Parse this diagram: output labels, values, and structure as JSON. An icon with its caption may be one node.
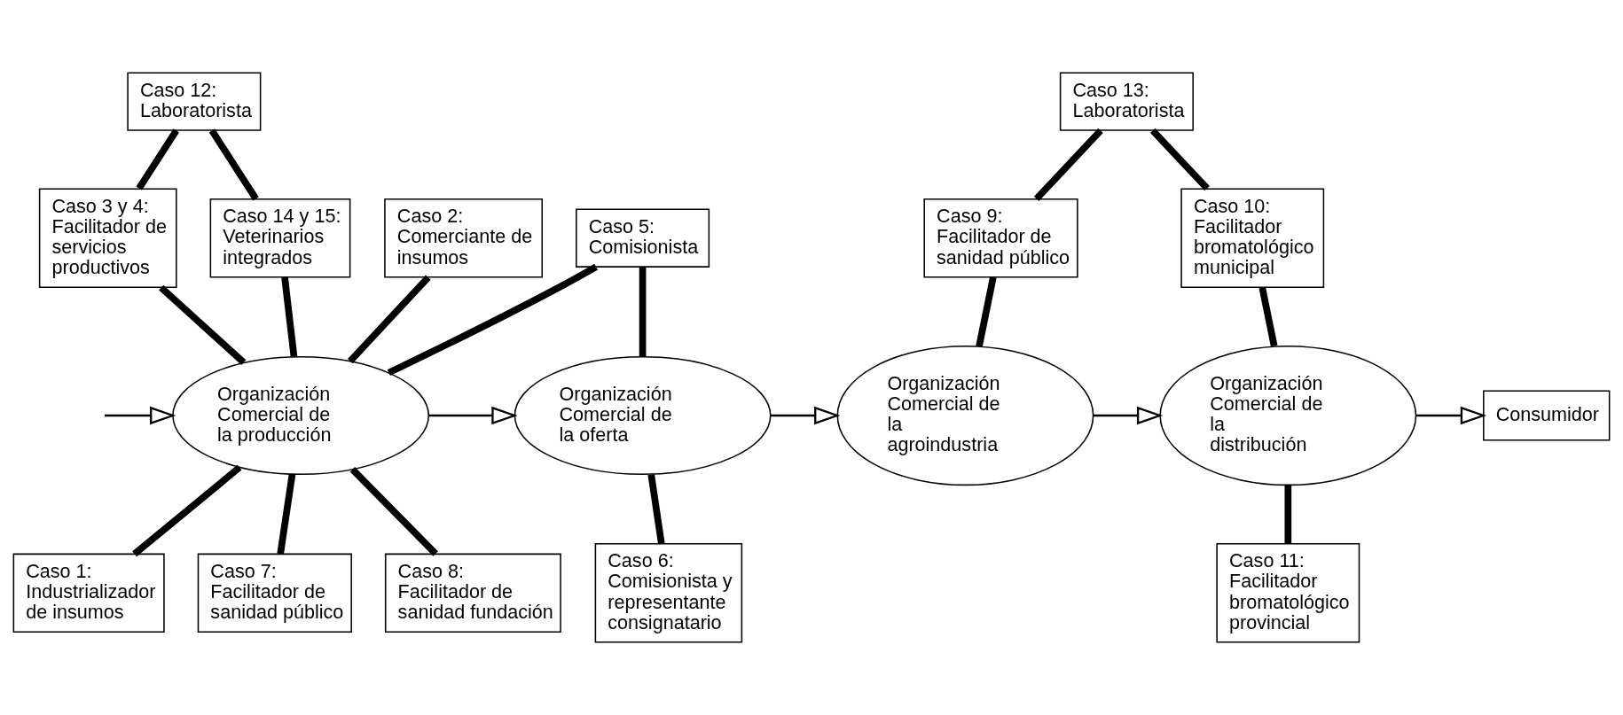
{
  "diagram": {
    "nodes": [
      {
        "text": [
          "Caso 12: Laboratorista"
        ]
      },
      {
        "text": [
          "Caso 3 y 4: Facilitador de servicios productivos"
        ]
      },
      {
        "text": [
          "Caso 14 y 15: Veterinarios integrados"
        ]
      },
      {
        "text": [
          "Caso 5: Comisionista"
        ]
      },
      {
        "text": [
          "Caso 13: Laboratorista"
        ]
      },
      {
        "text": [
          "Caso 9: Facilitador de sanidad público"
        ]
      },
      {
        "text": [
          "Caso 10: Facilitador bromatológico municipal"
        ]
      },
      {
        "text": [
          "Caso 2: Comerciante de insumos"
        ]
      },
      {
        "text": [
          "Organización Comercial de la producción"
        ]
      },
      {
        "text": [
          "Organización Comercial de la oferta"
        ]
      },
      {
        "text": [
          "Organización Comercial de la agroindustria"
        ]
      },
      {
        "text": [
          "Organización Comercial de la distribución"
        ]
      },
      {
        "text": [
          "Consumidor"
        ]
      },
      {
        "text": [
          "Caso 1: Industrializador de insumos"
        ]
      },
      {
        "text": [
          "Caso 7: Facilitador de sanidad público"
        ]
      },
      {
        "text": [
          "Caso 8: Facilitador de sanidad fundación"
        ]
      },
      {
        "text": [
          "Caso 6: Comisionista y representante consignatario"
        ]
      },
      {
        "text": [
          "Caso 11: Facilitador bromatológico provincial"
        ]
      }
    ],
    "edges": [
      {
        "from": 0,
        "to": 1,
        "arrow": "none"
      },
      {
        "from": 0,
        "to": 2,
        "arrow": "none"
      },
      {
        "from": 1,
        "to": 8,
        "arrow": "none"
      },
      {
        "from": 2,
        "to": 8,
        "arrow": "none"
      },
      {
        "from": 3,
        "to": 8,
        "arrow": "none"
      },
      {
        "from": 3,
        "to": 9,
        "arrow": "none"
      },
      {
        "from": 4,
        "to": 5,
        "arrow": "none"
      },
      {
        "from": 4,
        "to": 6,
        "arrow": "none"
      },
      {
        "from": 5,
        "to": 10,
        "arrow": "none"
      },
      {
        "from": 6,
        "to": 11,
        "arrow": "none"
      },
      {
        "from": 7,
        "to": 8,
        "arrow": "none"
      },
      {
        "from": 8,
        "to": 13,
        "arrow": "none"
      },
      {
        "from": 8,
        "to": 14,
        "arrow": "none"
      },
      {
        "from": 8,
        "to": 15,
        "arrow": "none"
      },
      {
        "from": 9,
        "to": 16,
        "arrow": "none"
      },
      {
        "from": 11,
        "to": 17,
        "arrow": "none"
      },
      {
        "from": null,
        "to": 8,
        "arrow": "to"
      },
      {
        "from": 8,
        "to": 9,
        "arrow": "to"
      },
      {
        "from": 9,
        "to": 10,
        "arrow": "to"
      },
      {
        "from": 10,
        "to": 11,
        "arrow": "to"
      },
      {
        "from": 11,
        "to": 12,
        "arrow": "to"
      }
    ]
  }
}
